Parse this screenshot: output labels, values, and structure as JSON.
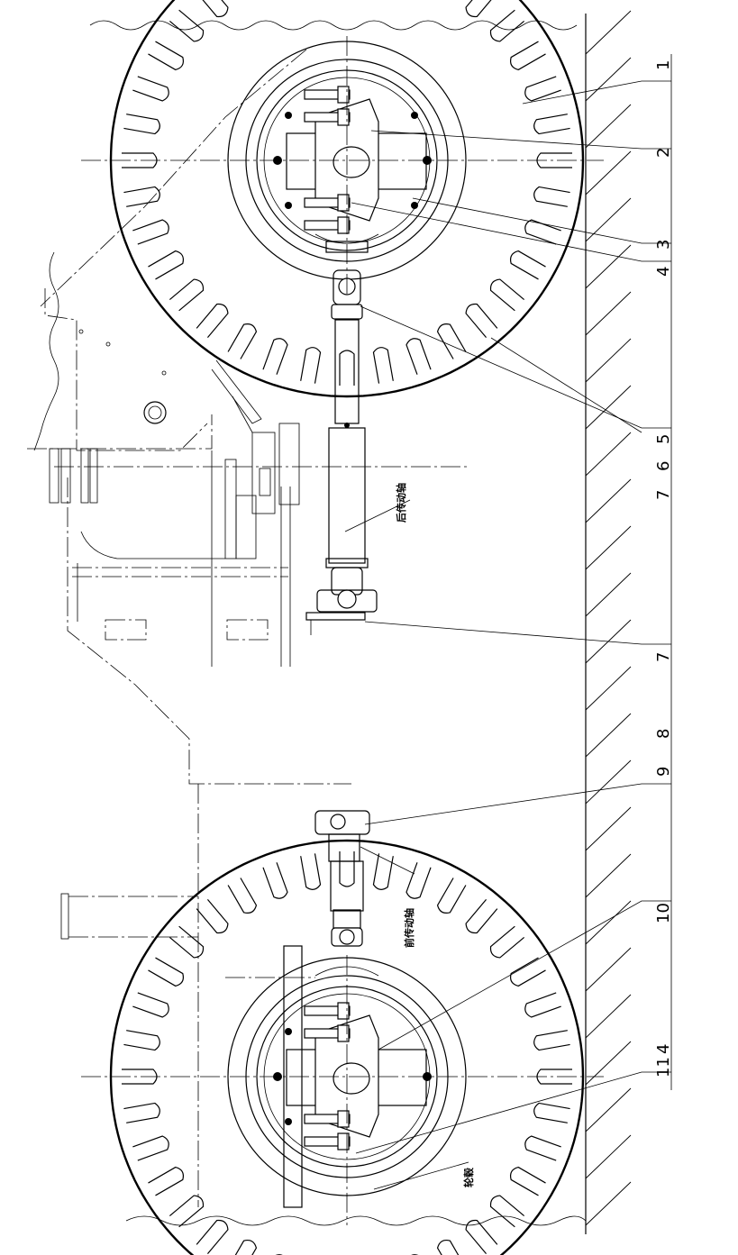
{
  "labels": {
    "n1": "1",
    "n2": "2",
    "n3": "3",
    "n4a": "4",
    "n5": "5",
    "n6": "6",
    "n7a": "7",
    "n7b": "7",
    "n8": "8",
    "n9": "9",
    "n10": "10",
    "n11": "11",
    "n4b": "4"
  },
  "annotations": {
    "rear_shaft": "后传动轴",
    "front_shaft": "前传动轴",
    "hub": "轮毂"
  }
}
